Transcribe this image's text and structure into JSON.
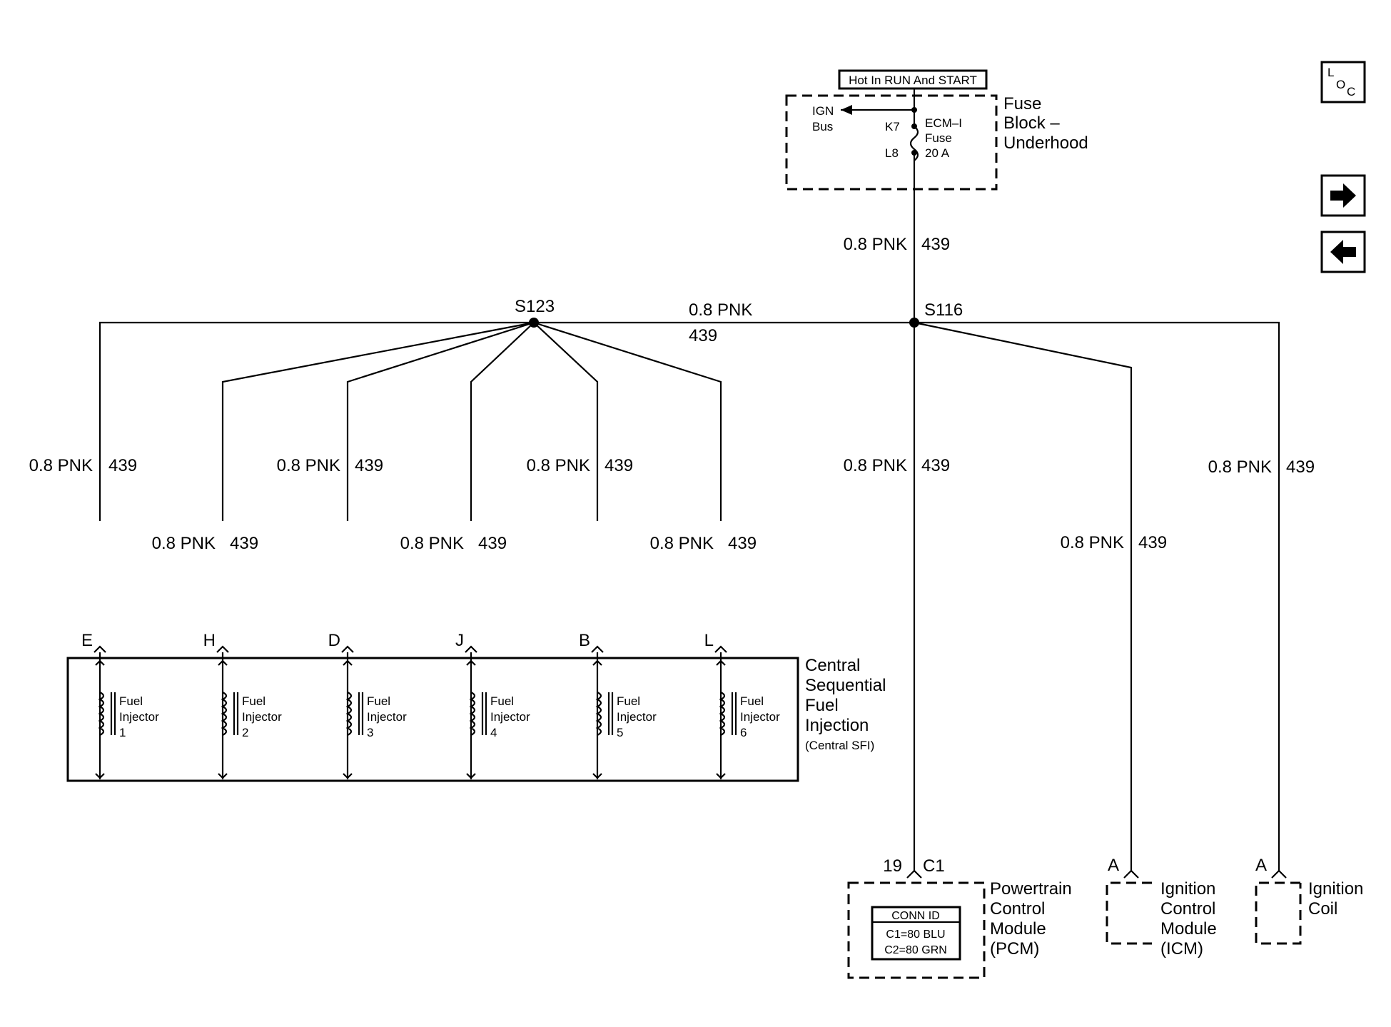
{
  "fuse_block": {
    "hot_label": "Hot In RUN And START",
    "title_line1": "Fuse",
    "title_line2": "Block –",
    "title_line3": "Underhood",
    "ign_bus_line1": "IGN",
    "ign_bus_line2": "Bus",
    "terminal_top": "K7",
    "terminal_bottom": "L8",
    "fuse_line1": "ECM–I",
    "fuse_line2": "Fuse",
    "fuse_line3": "20 A"
  },
  "wire": {
    "size_color": "0.8 PNK",
    "circuit": "439"
  },
  "splices": {
    "left": "S123",
    "right": "S116"
  },
  "injectors": {
    "pins": [
      "E",
      "H",
      "D",
      "J",
      "B",
      "L"
    ],
    "labels_line1": [
      "Fuel",
      "Fuel",
      "Fuel",
      "Fuel",
      "Fuel",
      "Fuel"
    ],
    "labels_line2": [
      "Injector",
      "Injector",
      "Injector",
      "Injector",
      "Injector",
      "Injector"
    ],
    "numbers": [
      "1",
      "2",
      "3",
      "4",
      "5",
      "6"
    ]
  },
  "sfi": {
    "line1": "Central",
    "line2": "Sequential",
    "line3": "Fuel",
    "line4": "Injection",
    "line5": "(Central SFI)"
  },
  "pcm": {
    "pin": "19",
    "connector": "C1",
    "line1": "Powertrain",
    "line2": "Control",
    "line3": "Module",
    "line4": "(PCM)",
    "conn_id_title": "CONN ID",
    "conn_id_c1": "C1=80 BLU",
    "conn_id_c2": "C2=80 GRN"
  },
  "icm": {
    "pin": "A",
    "line1": "Ignition",
    "line2": "Control",
    "line3": "Module",
    "line4": "(ICM)"
  },
  "coil": {
    "pin": "A",
    "line1": "Ignition",
    "line2": "Coil"
  },
  "nav": {
    "loc_top": "L",
    "loc_mid": "O",
    "loc_bot": "C",
    "forward_icon": "arrow-right-icon",
    "back_icon": "arrow-left-icon"
  }
}
